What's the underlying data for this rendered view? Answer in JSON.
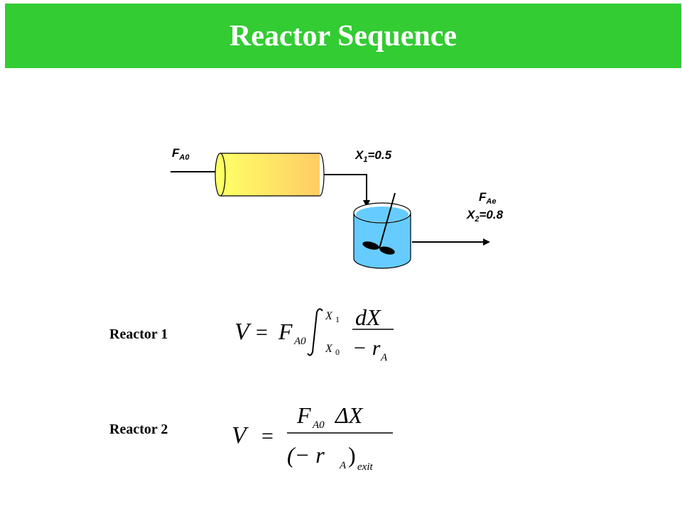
{
  "page": {
    "title": "Reactor Sequence"
  },
  "colors": {
    "title_bar": "#33cc33",
    "pfr_start": "#ffff66",
    "pfr_end": "#ffcc66",
    "cstr_fluid": "#66ccff",
    "stroke": "#000000"
  },
  "diagram": {
    "feed_label": {
      "main": "F",
      "sub": "A0"
    },
    "intermediate_label": {
      "main": "X",
      "sub": "1",
      "value": "=0.5"
    },
    "exit_flow_label": {
      "main": "F",
      "sub": "Ae"
    },
    "exit_conversion_label": {
      "main": "X",
      "sub": "2",
      "value": "=0.8"
    }
  },
  "equations": {
    "reactor1": {
      "label": "Reactor 1",
      "lhs": "V",
      "flow": "F",
      "flow_sub": "A0",
      "upper_limit": "X",
      "upper_limit_sub": "1",
      "lower_limit": "X",
      "lower_limit_sub": "0",
      "numerator": "dX",
      "denominator": "− r",
      "denominator_sub": "A"
    },
    "reactor2": {
      "label": "Reactor 2",
      "lhs": "V",
      "numerator_flow": "F",
      "numerator_flow_sub": "A0",
      "numerator_delta": "ΔX",
      "denominator": "(− r",
      "denominator_sub": "A",
      "denominator_close": ")",
      "denominator_sub2": "exit"
    }
  }
}
